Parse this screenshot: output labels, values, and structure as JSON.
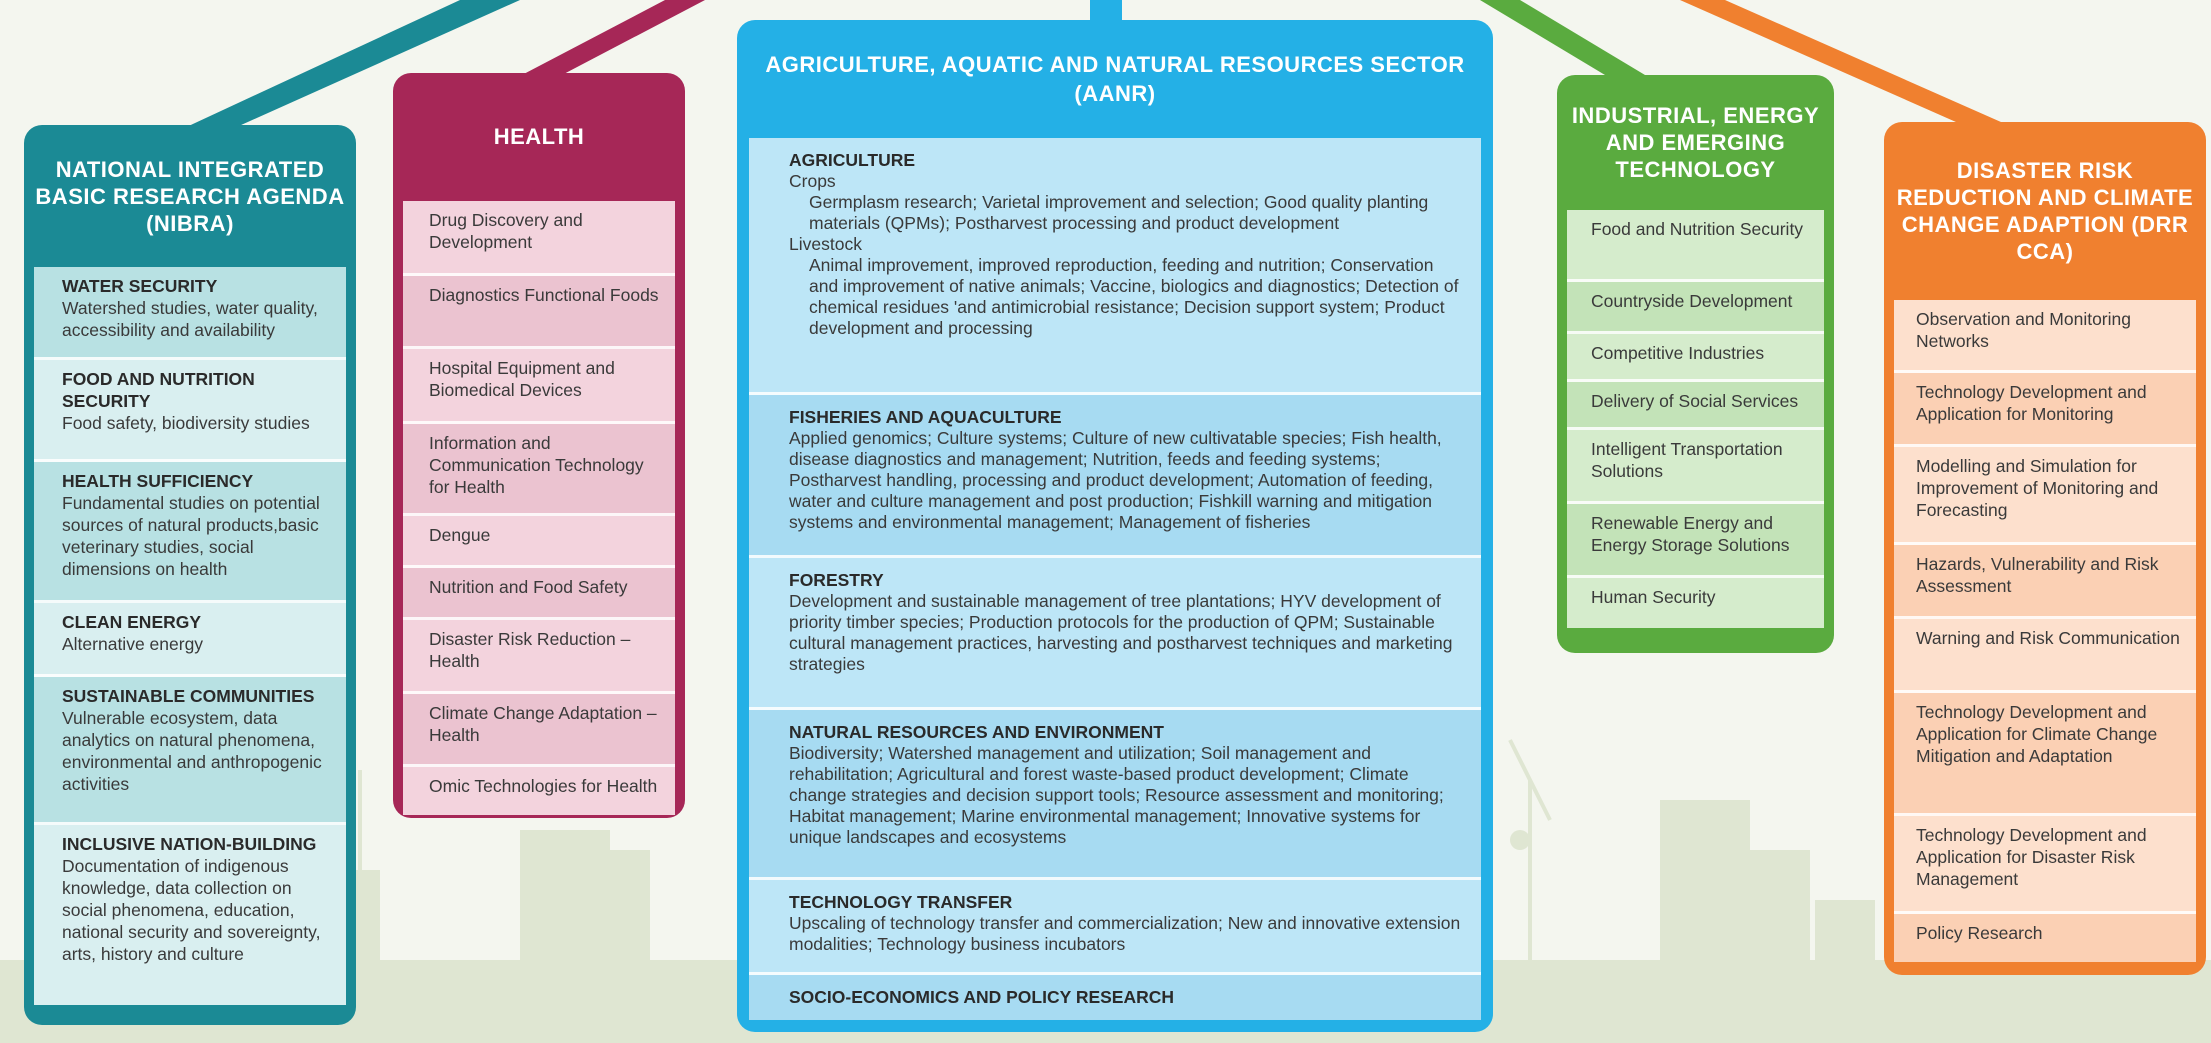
{
  "colors": {
    "nibra": "#1b8a95",
    "health": "#a62757",
    "aanr": "#24b0e6",
    "iet": "#5aab3f",
    "drr": "#f0802f"
  },
  "nibra": {
    "title": "NATIONAL INTEGRATED BASIC RESEARCH AGENDA (NIBRA)",
    "items": [
      {
        "title": "WATER SECURITY",
        "text": "Watershed studies, water quality, accessibility and availability"
      },
      {
        "title": "FOOD AND NUTRITION SECURITY",
        "text": "Food safety, biodiversity studies"
      },
      {
        "title": "HEALTH SUFFICIENCY",
        "text": "Fundamental studies on potential sources of natural products,basic veterinary studies, social dimensions on health"
      },
      {
        "title": "CLEAN ENERGY",
        "text": "Alternative energy"
      },
      {
        "title": "SUSTAINABLE COMMUNITIES",
        "text": "Vulnerable ecosystem, data analytics on natural phenomena, environmental and anthropogenic activities"
      },
      {
        "title": "INCLUSIVE NATION-BUILDING",
        "text": "Documentation of indigenous knowledge, data collection on social phenomena, education, national security and sovereignty, arts, history and culture"
      }
    ]
  },
  "health": {
    "title": "HEALTH",
    "items": [
      "Drug Discovery and Development",
      "Diagnostics Functional Foods",
      "Hospital Equipment and Biomedical Devices",
      "Information and Communication Technology for Health",
      "Dengue",
      "Nutrition and Food Safety",
      "Disaster Risk Reduction – Health",
      "Climate Change Adaptation – Health",
      "Omic Technologies for Health"
    ]
  },
  "aanr": {
    "title": "AGRICULTURE, AQUATIC AND NATURAL RESOURCES SECTOR (AANR)",
    "agriculture": {
      "title": "AGRICULTURE",
      "crops_label": "Crops",
      "crops_text": "Germplasm research; Varietal improvement and selection; Good quality planting materials (QPMs); Postharvest processing and product development",
      "livestock_label": "Livestock",
      "livestock_text": "Animal improvement, improved reproduction, feeding and nutrition; Conservation and improvement of native animals; Vaccine, biologics and diagnostics; Detection of chemical residues 'and antimicrobial resistance; Decision support system; Product development and processing"
    },
    "fisheries": {
      "title": "FISHERIES AND AQUACULTURE",
      "text": "Applied genomics; Culture systems; Culture of new cultivatable species; Fish health, disease diagnostics and management; Nutrition, feeds and feeding systems; Postharvest handling, processing and product development; Automation of feeding, water and culture management and post production; Fishkill warning and mitigation systems and environmental management; Management of fisheries"
    },
    "forestry": {
      "title": "FORESTRY",
      "text": "Development and sustainable management of tree plantations; HYV development of priority timber species; Production protocols for the production of QPM; Sustainable cultural management practices, harvesting and postharvest techniques and marketing strategies"
    },
    "nre": {
      "title": "NATURAL RESOURCES AND ENVIRONMENT",
      "text": "Biodiversity; Watershed management and utilization; Soil management and rehabilitation; Agricultural and forest waste-based product development; Climate change strategies and decision support tools; Resource assessment and monitoring; Habitat management; Marine environmental management; Innovative systems for unique landscapes and ecosystems"
    },
    "tech_transfer": {
      "title": "TECHNOLOGY TRANSFER",
      "text": "Upscaling of technology transfer and commercialization; New and innovative extension modalities; Technology business incubators"
    },
    "socio": {
      "title": "SOCIO-ECONOMICS AND POLICY RESEARCH"
    }
  },
  "iet": {
    "title": "INDUSTRIAL, ENERGY AND EMERGING TECHNOLOGY",
    "items": [
      "Food and Nutrition Security",
      "Countryside Development",
      "Competitive Industries",
      "Delivery of Social Services",
      "Intelligent Transportation Solutions",
      "Renewable Energy and Energy Storage Solutions",
      "Human Security"
    ]
  },
  "drr": {
    "title": "DISASTER RISK REDUCTION AND CLIMATE CHANGE ADAPTION (DRR CCA)",
    "items": [
      "Observation and Monitoring Networks",
      "Technology Development and Application for Monitoring",
      "Modelling and Simulation for Improvement of Monitoring and Forecasting",
      "Hazards, Vulnerability and Risk Assessment",
      "Warning and Risk Communication",
      "Technology Development and Application for Climate Change Mitigation and Adaptation",
      "Technology Development and Application for Disaster Risk Management",
      "Policy Research"
    ]
  }
}
